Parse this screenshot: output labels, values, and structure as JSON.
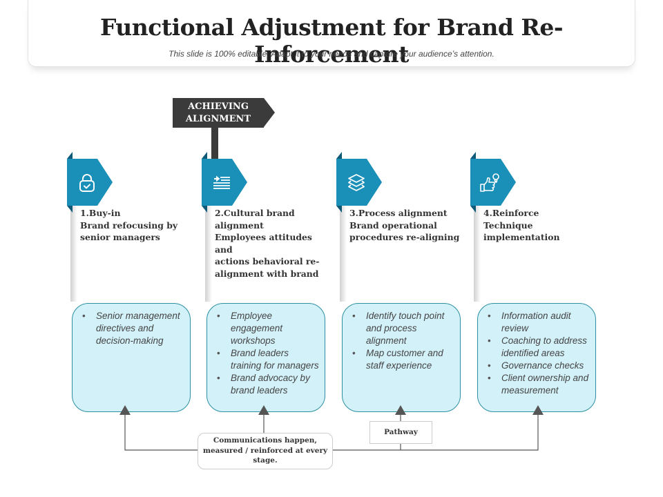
{
  "header": {
    "title": "Functional Adjustment for Brand Re-Inforcement",
    "subtitle": "This slide is 100% editable. Adapt it to your needs and capture your audience’s attention."
  },
  "signpost": {
    "label": "ACHIEVING\nALIGNMENT"
  },
  "colors": {
    "accent": "#1a8fb7",
    "accent_dark": "#0e5a78",
    "box_fill": "#d3f1f9",
    "box_border": "#2a8fa0",
    "sign": "#3b3b3b"
  },
  "stages": [
    {
      "icon": "lock-check-icon",
      "heading": "1.Buy-in\nBrand refocusing by\nsenior managers",
      "bullets": [
        "Senior management directives and decision-making"
      ]
    },
    {
      "icon": "list-arrow-icon",
      "heading": "2.Cultural brand\nalignment\nEmployees attitudes and\nactions behavioral re-\nalignment with brand",
      "bullets": [
        "Employee engagement workshops",
        "Brand leaders training for managers",
        "Brand advocacy by brand leaders"
      ]
    },
    {
      "icon": "layers-icon",
      "heading": "3.Process alignment\nBrand operational\nprocedures re-aligning",
      "bullets": [
        "Identify touch point and process alignment",
        "Map customer and staff experience"
      ]
    },
    {
      "icon": "thumbs-up-bulb-icon",
      "heading": "4.Reinforce\nTechnique\nimplementation",
      "bullets": [
        "Information audit review",
        "Coaching to address identified areas",
        "Governance checks",
        "Client ownership and measurement"
      ]
    }
  ],
  "footer": {
    "communications": "Communications happen, measured / reinforced at every stage.",
    "pathway": "Pathway"
  }
}
